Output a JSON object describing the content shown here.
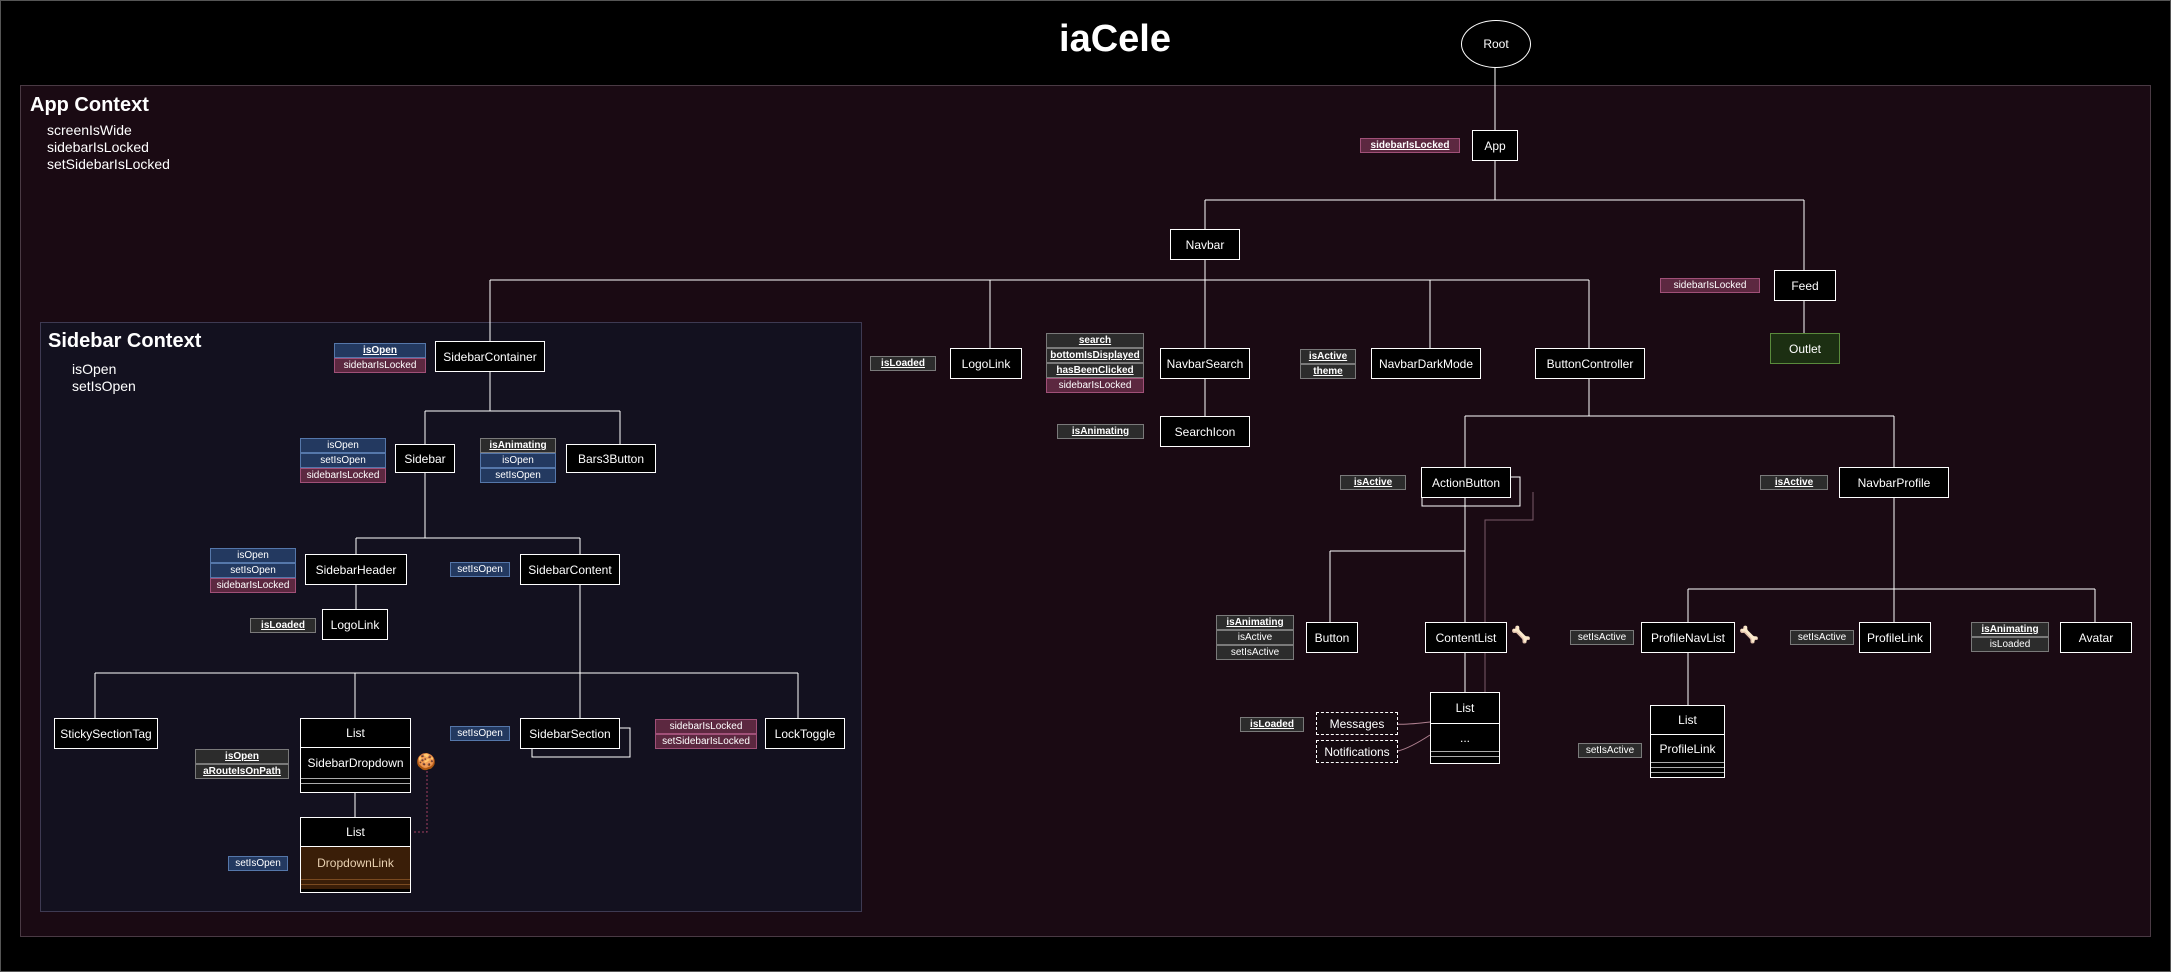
{
  "title": "iaCele",
  "app_context": {
    "title": "App Context",
    "vars": [
      "screenIsWide",
      "sidebarIsLocked",
      "setSidebarIsLocked"
    ]
  },
  "sidebar_context": {
    "title": "Sidebar Context",
    "vars": [
      "isOpen",
      "setIsOpen"
    ]
  },
  "nodes": {
    "root": "Root",
    "app": "App",
    "navbar": "Navbar",
    "feed": "Feed",
    "outlet": "Outlet",
    "sidebar_container": "SidebarContainer",
    "logolink_nav": "LogoLink",
    "navbar_search": "NavbarSearch",
    "navbar_darkmode": "NavbarDarkMode",
    "button_controller": "ButtonController",
    "search_icon": "SearchIcon",
    "sidebar": "Sidebar",
    "bars3button": "Bars3Button",
    "sidebar_header": "SidebarHeader",
    "sidebar_content": "SidebarContent",
    "logolink_sidebar": "LogoLink",
    "sticky_section_tag": "StickySectionTag",
    "list": "List",
    "sidebar_dropdown": "SidebarDropdown",
    "sidebar_section": "SidebarSection",
    "lock_toggle": "LockToggle",
    "dropdown_link": "DropdownLink",
    "action_button": "ActionButton",
    "navbar_profile": "NavbarProfile",
    "button": "Button",
    "content_list": "ContentList",
    "profile_nav_list": "ProfileNavList",
    "profile_link": "ProfileLink",
    "avatar": "Avatar",
    "messages": "Messages",
    "notifications": "Notifications",
    "ellipsis": "..."
  },
  "tags": {
    "app": [
      "sidebarIsLocked"
    ],
    "feed": [
      "sidebarIsLocked"
    ],
    "sidebar_container": [
      "isOpen",
      "sidebarIsLocked"
    ],
    "logolink_nav": [
      "isLoaded"
    ],
    "navbar_search": [
      "search",
      "bottomIsDisplayed",
      "hasBeenClicked",
      "sidebarIsLocked"
    ],
    "navbar_darkmode": [
      "isActive",
      "theme"
    ],
    "search_icon": [
      "isAnimating"
    ],
    "sidebar": [
      "isOpen",
      "setIsOpen",
      "sidebarIsLocked"
    ],
    "bars3button": [
      "isAnimating",
      "isOpen",
      "setIsOpen"
    ],
    "sidebar_header": [
      "isOpen",
      "setIsOpen",
      "sidebarIsLocked"
    ],
    "sidebar_content": [
      "setIsOpen"
    ],
    "logolink_sidebar": [
      "isLoaded"
    ],
    "sidebar_dropdown": [
      "isOpen",
      "aRouteIsOnPath"
    ],
    "sidebar_section": [
      "setIsOpen"
    ],
    "lock_toggle": [
      "sidebarIsLocked",
      "setSidebarIsLocked"
    ],
    "dropdown_link": [
      "setIsOpen"
    ],
    "action_button": [
      "isActive"
    ],
    "navbar_profile": [
      "isActive"
    ],
    "button": [
      "isAnimating",
      "isActive",
      "setIsActive"
    ],
    "messages": [
      "isLoaded"
    ],
    "profile_nav_list": [
      "setIsActive"
    ],
    "profile_link": [
      "setIsActive"
    ],
    "avatar": [
      "isAnimating",
      "isLoaded"
    ],
    "profile_list": [
      "setIsActive"
    ]
  },
  "colors": {
    "app_context_bg": "#1a0a13",
    "sidebar_context_bg": "#13111f",
    "gray_tag": "#2c2c2c",
    "blue_tag": "#233960",
    "pink_tag": "#5c2840",
    "outlet_bg": "#1c2f12"
  }
}
